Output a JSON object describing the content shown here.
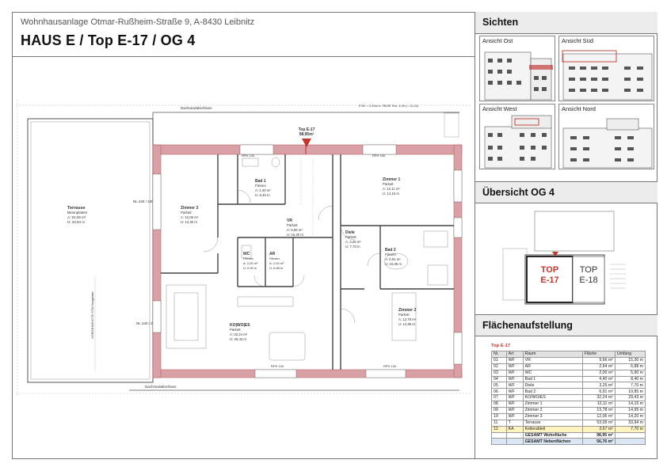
{
  "header": {
    "address": "Wohnhausanlage Otmar-Rußheim-Straße 9, A-8430 Leibnitz",
    "title": "HAUS E / Top E-17 / OG 4"
  },
  "sidebar": {
    "views_title": "Sichten",
    "views": [
      "Ansicht Ost",
      "Ansicht Süd",
      "Ansicht West",
      "Ansicht Nord"
    ],
    "overview_title": "Übersicht OG 4",
    "overview": {
      "unit_a_line1": "TOP",
      "unit_a_line2": "E-17",
      "unit_b_line1": "TOP",
      "unit_b_line2": "E-18"
    },
    "area_title": "Flächenaufstellung"
  },
  "area_table": {
    "top_label": "Top E-17",
    "headers": [
      "Nr.",
      "Art",
      "Raum",
      "Fläche",
      "Umfang"
    ],
    "rows": [
      [
        "01",
        "WF",
        "VR",
        "9,66 m²",
        "15,30 m"
      ],
      [
        "02",
        "WF",
        "AR",
        "2,54 m²",
        "6,88 m"
      ],
      [
        "03",
        "WF",
        "WC",
        "2,00 m²",
        "5,90 m"
      ],
      [
        "04",
        "WF",
        "Bad 1",
        "4,40 m²",
        "8,40 m"
      ],
      [
        "05",
        "WF",
        "Diele",
        "3,25 m²",
        "7,70 m"
      ],
      [
        "06",
        "WF",
        "Bad 2",
        "6,91 m²",
        "10,85 m"
      ],
      [
        "07",
        "WF",
        "KO/WO/ES",
        "32,24 m²",
        "29,43 m"
      ],
      [
        "08",
        "WF",
        "Zimmer 1",
        "12,11 m²",
        "14,15 m"
      ],
      [
        "09",
        "WF",
        "Zimmer 2",
        "13,78 m²",
        "14,95 m"
      ],
      [
        "10",
        "WF",
        "Zimmer 3",
        "12,06 m²",
        "14,20 m"
      ],
      [
        "11",
        "T",
        "Terrasse",
        "53,09 m²",
        "33,94 m"
      ],
      [
        "12",
        "KA",
        "Kellerabteil",
        "3,67 m²",
        "7,70 m"
      ]
    ],
    "total_living_label": "GESAMT Wohnfläche",
    "total_living_value": "98,95 m²",
    "total_aux_label": "GESAMT Nebenflächen",
    "total_aux_value": "56,76 m²"
  },
  "plan": {
    "top_label": "Top E-17",
    "top_area": "98,95m²",
    "dachrand_top": "Dachrandabschluss",
    "dachrand_bottom": "Dachrandabschluss",
    "fok_note": "FOK = 2,29m ü. FBOK Terr. 3,09 (= 11,24)",
    "terrace": {
      "name": "Terrasse",
      "floor": "Betonplatten",
      "area": "A: 53,09 m²",
      "perim": "U: 33,94 m"
    },
    "rooms": [
      {
        "name": "Zimmer 3",
        "floor": "Parkett",
        "area": "A: 12,06 m²",
        "perim": "U: 14,20 m"
      },
      {
        "name": "Bad 1",
        "floor": "Fliesen",
        "area": "A: 4,40 m²",
        "perim": "U: 8,40 m"
      },
      {
        "name": "VR",
        "floor": "Parkett",
        "area": "A: 9,66 m²",
        "perim": "U: 15,30 m"
      },
      {
        "name": "WC",
        "floor": "Fliesen",
        "area": "A: 2,00 m²",
        "perim": "U: 5,90 m"
      },
      {
        "name": "AR",
        "floor": "Fliesen",
        "area": "A: 2,54 m²",
        "perim": "U: 6,88 m"
      },
      {
        "name": "Zimmer 1",
        "floor": "Parkett",
        "area": "A: 12,11 m²",
        "perim": "U: 14,15 m"
      },
      {
        "name": "Diele",
        "floor": "Parkett",
        "area": "A: 3,25 m²",
        "perim": "U: 7,70 m"
      },
      {
        "name": "Bad 2",
        "floor": "Fliesen",
        "area": "A: 6,91 m²",
        "perim": "U: 10,85 m"
      },
      {
        "name": "KO|WO|ES",
        "floor": "Parkett",
        "area": "A: 32,24 m²",
        "perim": "U: 29,43 m"
      },
      {
        "name": "Zimmer 2",
        "floor": "Parkett",
        "area": "A: 13,78 m²",
        "perim": "U: 14,95 m"
      }
    ],
    "tags": [
      "RPH 100",
      "RPH 150",
      "RPH 100",
      "RPH 100",
      "NL 225 / 180",
      "NL 240 / 240",
      "VORGEHÄNGTE STB-Kragplatte"
    ]
  },
  "colors": {
    "wall": "#d9a0a6",
    "red": "#c0362c",
    "panel_header": "#ececec",
    "highlight": "#fff3c0",
    "total": "#dbe6f4"
  }
}
